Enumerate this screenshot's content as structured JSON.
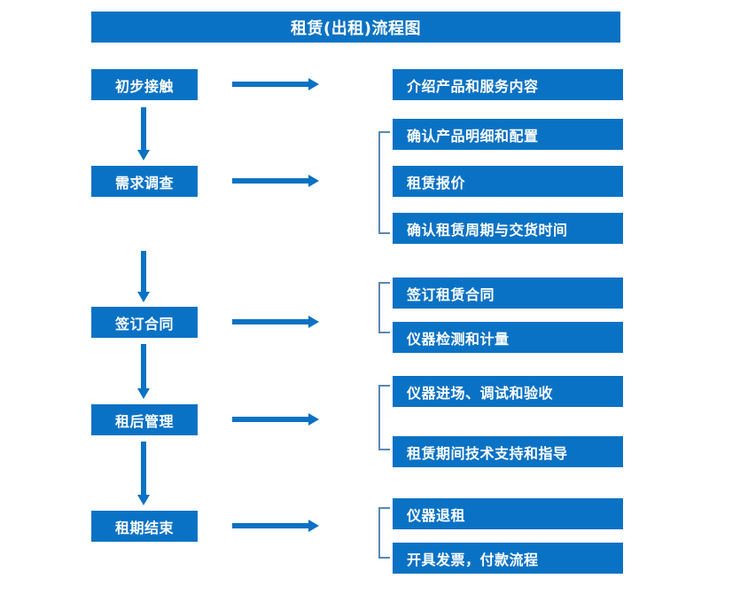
{
  "diagram": {
    "title": "租赁(出租)流程图",
    "colors": {
      "box_fill": "#0A72C4",
      "box_text": "#FFFFFF",
      "arrow": "#0A72C4",
      "bracket": "#5B87B5",
      "background": "#FFFFFF"
    },
    "stages": [
      {
        "label": "初步接触"
      },
      {
        "label": "需求调查"
      },
      {
        "label": "签订合同"
      },
      {
        "label": "租后管理"
      },
      {
        "label": "租期结束"
      }
    ],
    "details": [
      {
        "label": "介绍产品和服务内容"
      },
      {
        "label": "确认产品明细和配置"
      },
      {
        "label": "租赁报价"
      },
      {
        "label": "确认租赁周期与交货时间"
      },
      {
        "label": "签订租赁合同"
      },
      {
        "label": "仪器检测和计量"
      },
      {
        "label": "仪器进场、调试和验收"
      },
      {
        "label": "租赁期间技术支持和指导"
      },
      {
        "label": "仪器退租"
      },
      {
        "label": "开具发票，付款流程"
      }
    ]
  }
}
